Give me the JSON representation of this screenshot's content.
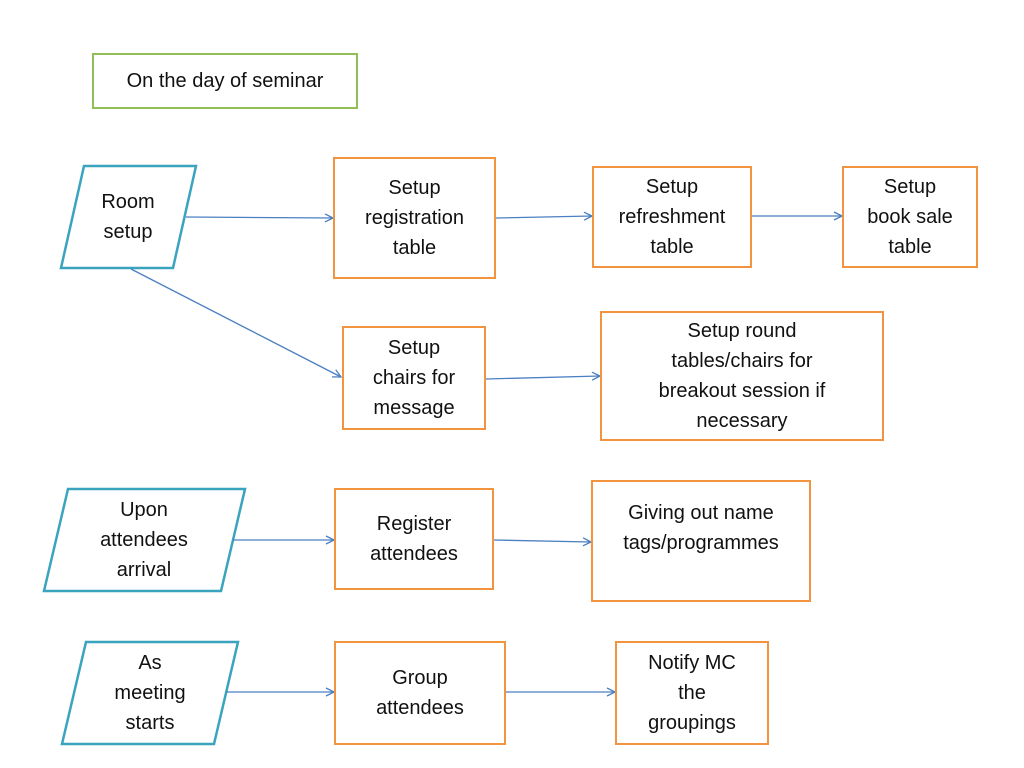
{
  "title": "On the day of seminar",
  "colors": {
    "process_border": "#f2943f",
    "trigger_border": "#3aa3be",
    "title_border": "#8fbf56",
    "arrow": "#4a7fc1"
  },
  "triggers": {
    "room_setup": "Room\nsetup",
    "attendee_arrival": "Upon\nattendees\narrival",
    "meeting_starts": "As\nmeeting\nstarts"
  },
  "steps": {
    "registration_table": "Setup\nregistration\ntable",
    "refreshment_table": "Setup\nrefreshment\ntable",
    "book_sale_table": "Setup\nbook sale\ntable",
    "chairs_for_message": "Setup\nchairs for\nmessage",
    "breakout_tables": "Setup round\ntables/chairs for\nbreakout session if\nnecessary",
    "register_attendees": "Register\nattendees",
    "name_tags": "Giving out name\ntags/programmes",
    "group_attendees": "Group\nattendees",
    "notify_mc": "Notify MC\nthe\ngroupings"
  }
}
